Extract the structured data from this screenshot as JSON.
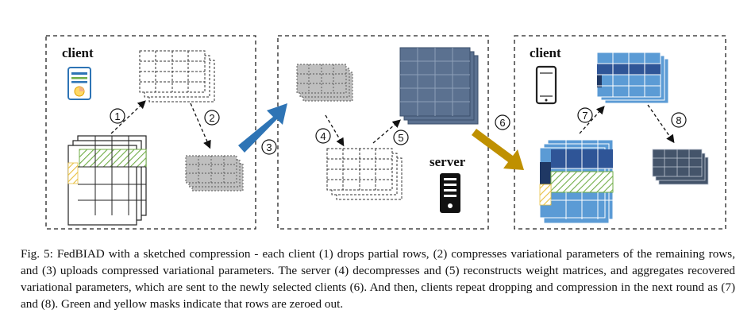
{
  "panels": {
    "left_label": "client",
    "middle_label": "server",
    "right_label": "client"
  },
  "steps": [
    "1",
    "2",
    "3",
    "4",
    "5",
    "6",
    "7",
    "8"
  ],
  "colors": {
    "border": "#222222",
    "blue_arrow": "#2e74b5",
    "gold_arrow": "#bf9000",
    "slate_grid": "#5b7190",
    "dark_grid": "#44546a",
    "green_mask": "#70ad47",
    "yellow_mask": "#ffd966",
    "light_blue": "#5b9bd5",
    "navy": "#1f3864"
  },
  "caption": "Fig. 5: FedBIAD with a sketched compression - each client (1) drops partial rows, (2) compresses variational parameters of the remaining rows, and (3) uploads compressed variational parameters. The server (4) decompresses and (5) reconstructs weight matrices, and aggregates recovered variational parameters, which are sent to the newly selected clients (6). And then, clients repeat dropping and compression in the next round as (7) and (8). Green and yellow masks indicate that rows are zeroed out."
}
